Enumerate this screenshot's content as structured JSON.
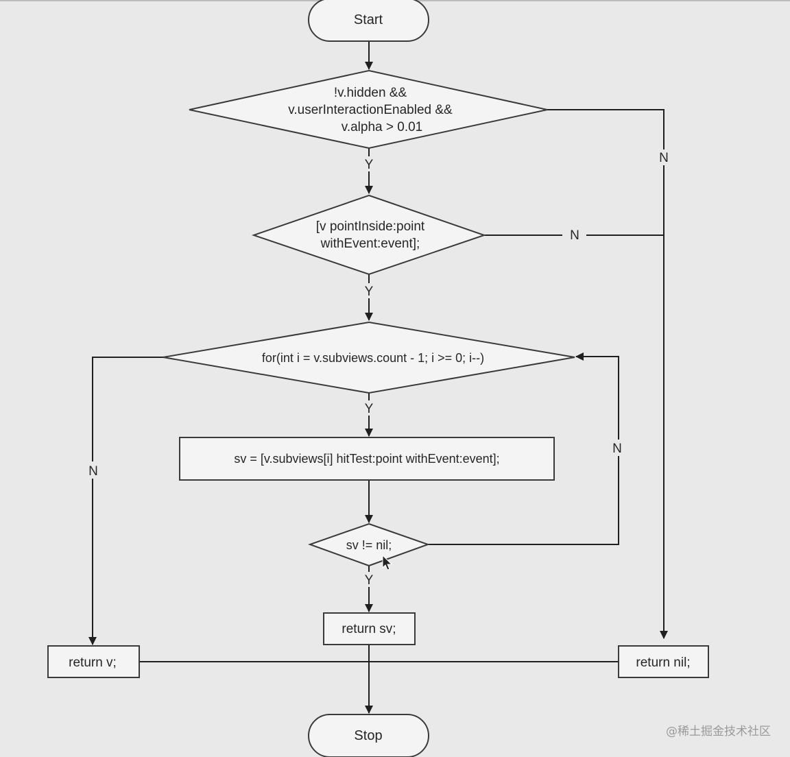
{
  "nodes": {
    "start": "Start",
    "cond_visible": [
      "!v.hidden &&",
      "v.userInteractionEnabled &&",
      "v.alpha > 0.01"
    ],
    "cond_point_inside": [
      "[v pointInside:point",
      "withEvent:event];"
    ],
    "loop": "for(int i = v.subviews.count - 1; i >= 0; i--)",
    "hit_test": "sv = [v.subviews[i] hitTest:point withEvent:event];",
    "cond_sv_not_nil": "sv != nil;",
    "return_sv": "return sv;",
    "return_v": "return v;",
    "return_nil": "return nil;",
    "stop": "Stop"
  },
  "edge_labels": {
    "visible_yes": "Y",
    "visible_no": "N",
    "point_inside_yes": "Y",
    "point_inside_no": "N",
    "loop_yes": "Y",
    "loop_no": "N",
    "sv_yes": "Y",
    "sv_no": "N"
  },
  "watermark": "@稀土掘金技术社区",
  "colors": {
    "background": "#e9e9e9",
    "node_fill": "#f4f4f4",
    "stroke": "#1f1f1f"
  }
}
